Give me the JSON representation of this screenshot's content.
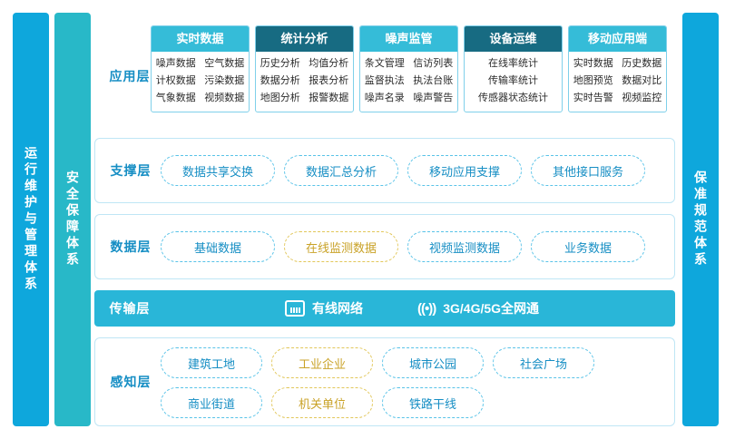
{
  "side_bars": {
    "left_outer": "运行维护与管理体系",
    "left_inner": "安全保障体系",
    "right": "保准规范体系"
  },
  "layers": {
    "application": {
      "label": "应用层",
      "columns": [
        {
          "title": "实时数据",
          "header_color": "#35bcd8",
          "items": [
            "噪声数据",
            "空气数据",
            "计权数据",
            "污染数据",
            "气象数据",
            "视频数据"
          ]
        },
        {
          "title": "统计分析",
          "header_color": "#176b82",
          "items": [
            "历史分析",
            "均值分析",
            "数据分析",
            "报表分析",
            "地图分析",
            "报警数据"
          ]
        },
        {
          "title": "噪声监管",
          "header_color": "#35bcd8",
          "items": [
            "条文管理",
            "信访列表",
            "监督执法",
            "执法台账",
            "噪声名录",
            "噪声警告"
          ]
        },
        {
          "title": "设备运维",
          "header_color": "#176b82",
          "items": [
            "在线率统计",
            "传输率统计",
            "传感器状态统计"
          ]
        },
        {
          "title": "移动应用端",
          "header_color": "#35bcd8",
          "items": [
            "实时数据",
            "历史数据",
            "地图预览",
            "数据对比",
            "实时告警",
            "视频监控"
          ]
        }
      ]
    },
    "support": {
      "label": "支撑层",
      "items": [
        "数据共享交换",
        "数据汇总分析",
        "移动应用支撑",
        "其他接口服务"
      ]
    },
    "data": {
      "label": "数据层",
      "items": [
        {
          "text": "基础数据",
          "color": "blue"
        },
        {
          "text": "在线监测数据",
          "color": "yellow"
        },
        {
          "text": "视频监测数据",
          "color": "blue"
        },
        {
          "text": "业务数据",
          "color": "blue"
        }
      ]
    },
    "transmission": {
      "label": "传输层",
      "items": [
        {
          "icon": "lan-icon",
          "text": "有线网络"
        },
        {
          "icon": "wireless-signal-icon",
          "text": "3G/4G/5G全网通"
        }
      ]
    },
    "perception": {
      "label": "感知层",
      "rows": [
        [
          {
            "text": "建筑工地",
            "color": "blue"
          },
          {
            "text": "工业企业",
            "color": "yellow"
          },
          {
            "text": "城市公园",
            "color": "blue"
          },
          {
            "text": "社会广场",
            "color": "blue"
          }
        ],
        [
          {
            "text": "商业街道",
            "color": "blue"
          },
          {
            "text": "机关单位",
            "color": "yellow"
          },
          {
            "text": "铁路干线",
            "color": "blue"
          }
        ]
      ]
    }
  }
}
